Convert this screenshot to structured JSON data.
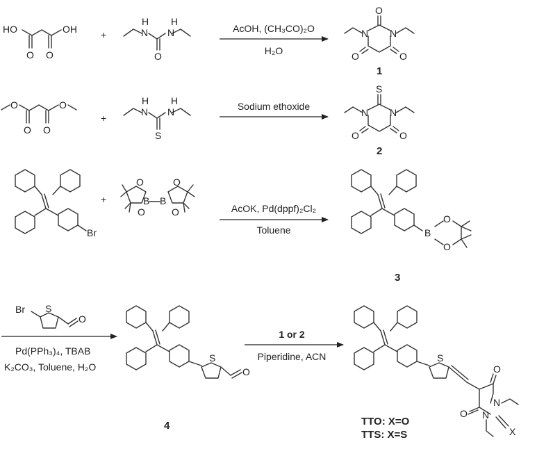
{
  "reactions": [
    {
      "conditions": {
        "line1": "AcOH, (CH₃CO)₂O",
        "line2": "H₂O"
      },
      "product_number": "1",
      "reactant1_atoms": [
        "HO",
        "OH",
        "O",
        "O"
      ],
      "reactant2_atoms": [
        "H",
        "N",
        "H",
        "N",
        "O"
      ],
      "product_atoms": [
        "O",
        "N",
        "N",
        "O",
        "O"
      ]
    },
    {
      "conditions": {
        "line1": "Sodium ethoxide"
      },
      "product_number": "2",
      "reactant1_atoms": [
        "O",
        "O",
        "O",
        "O"
      ],
      "reactant2_atoms": [
        "H",
        "N",
        "H",
        "N",
        "S"
      ],
      "product_atoms": [
        "S",
        "N",
        "N",
        "O",
        "O"
      ]
    },
    {
      "conditions": {
        "line1": "AcOK, Pd(dppf)₂Cl₂",
        "line2": "Toluene"
      },
      "product_number": "3",
      "reactant1_atoms": [
        "Br"
      ],
      "reactant2_atoms": [
        "O",
        "O",
        "B",
        "B",
        "O",
        "O"
      ],
      "product_atoms": [
        "B",
        "O",
        "O"
      ]
    },
    {
      "conditions": {
        "line1": "Pd(PPh₃)₄, TBAB",
        "line2": "K₂CO₃, Toluene, H₂O"
      },
      "reagent_atoms": [
        "Br",
        "S",
        "O"
      ],
      "product_number": "4",
      "product_atoms": [
        "S",
        "O"
      ]
    },
    {
      "conditions": {
        "line1": "1 or 2",
        "line2": "Piperidine, ACN"
      },
      "product_atoms": [
        "S",
        "O",
        "N",
        "N",
        "O",
        "X"
      ],
      "product_labels": [
        "TTO: X=O",
        "TTS: X=S"
      ]
    }
  ],
  "plus_sign": "+"
}
